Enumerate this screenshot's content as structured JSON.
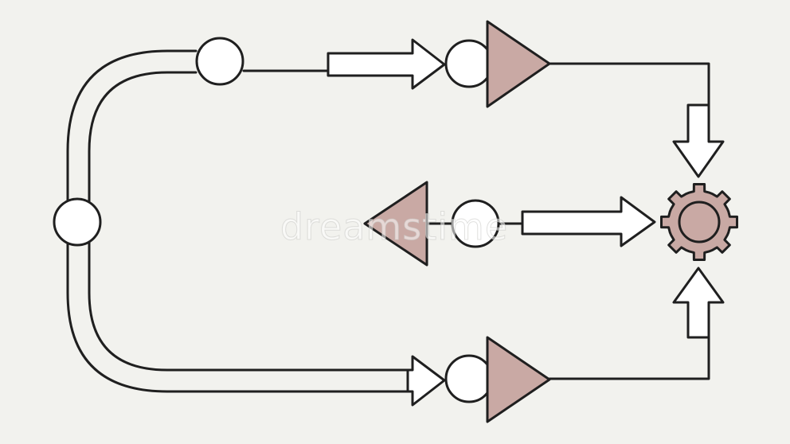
{
  "colors": {
    "background": "#f2f2ee",
    "stroke": "#1f1f1f",
    "fill": "#c9a9a4",
    "arrow_fill": "#ffffff"
  },
  "icons": [
    "circle-node",
    "triangle-node",
    "arrow",
    "gear-icon"
  ],
  "watermark": "dreamstime"
}
